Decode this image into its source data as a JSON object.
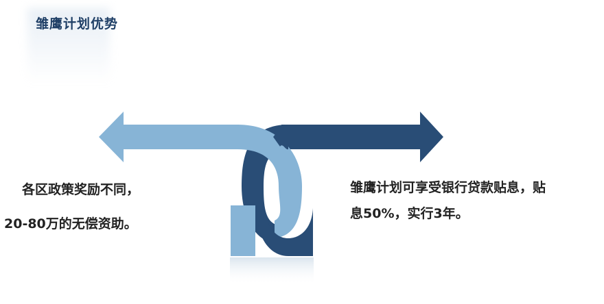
{
  "title": "雏鹰计划优势",
  "left_point": {
    "line1": "各区政策奖励不同，",
    "line2": "20-80万的无偿资助。"
  },
  "right_point": {
    "line1": "雏鹰计划可享受银行贷款贴息，贴",
    "line2": "息50%，实行3年。"
  },
  "colors": {
    "light_arrow": "#87b4d6",
    "dark_arrow": "#294d76",
    "title": "#1f3f66"
  }
}
